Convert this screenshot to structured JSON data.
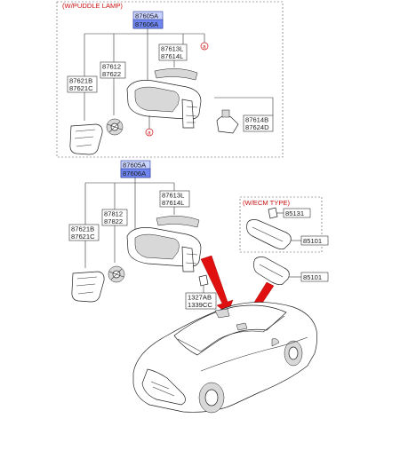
{
  "top_panel": {
    "title": "(W/PUDDLE LAMP)",
    "label_mirror_assy_a": "87605A",
    "label_mirror_assy_b": "87606A",
    "label_cover_a": "87613L",
    "label_cover_b": "87614L",
    "label_actuator_a": "87612",
    "label_actuator_b": "87622",
    "label_glass_a": "87621B",
    "label_glass_b": "87621C",
    "label_lamp_a": "87614B",
    "label_lamp_b": "87624D",
    "callout_a": "a"
  },
  "middle_panel": {
    "label_mirror_assy_a": "87605A",
    "label_mirror_assy_b": "87606A",
    "label_cover_a": "87613L",
    "label_cover_b": "87614L",
    "label_actuator_a": "87812",
    "label_actuator_b": "87822",
    "label_glass_a": "87621B",
    "label_glass_b": "87621C",
    "label_harness_a": "1327AB",
    "label_harness_b": "1339CC"
  },
  "ecm_panel": {
    "title": "(W/ECM TYPE)",
    "label_sensor": "85131",
    "label_inside_mirror": "85101"
  },
  "inside_mirror_label": "85101",
  "colors": {
    "highlight": "#6f86f0",
    "accent_red": "#e01010"
  }
}
